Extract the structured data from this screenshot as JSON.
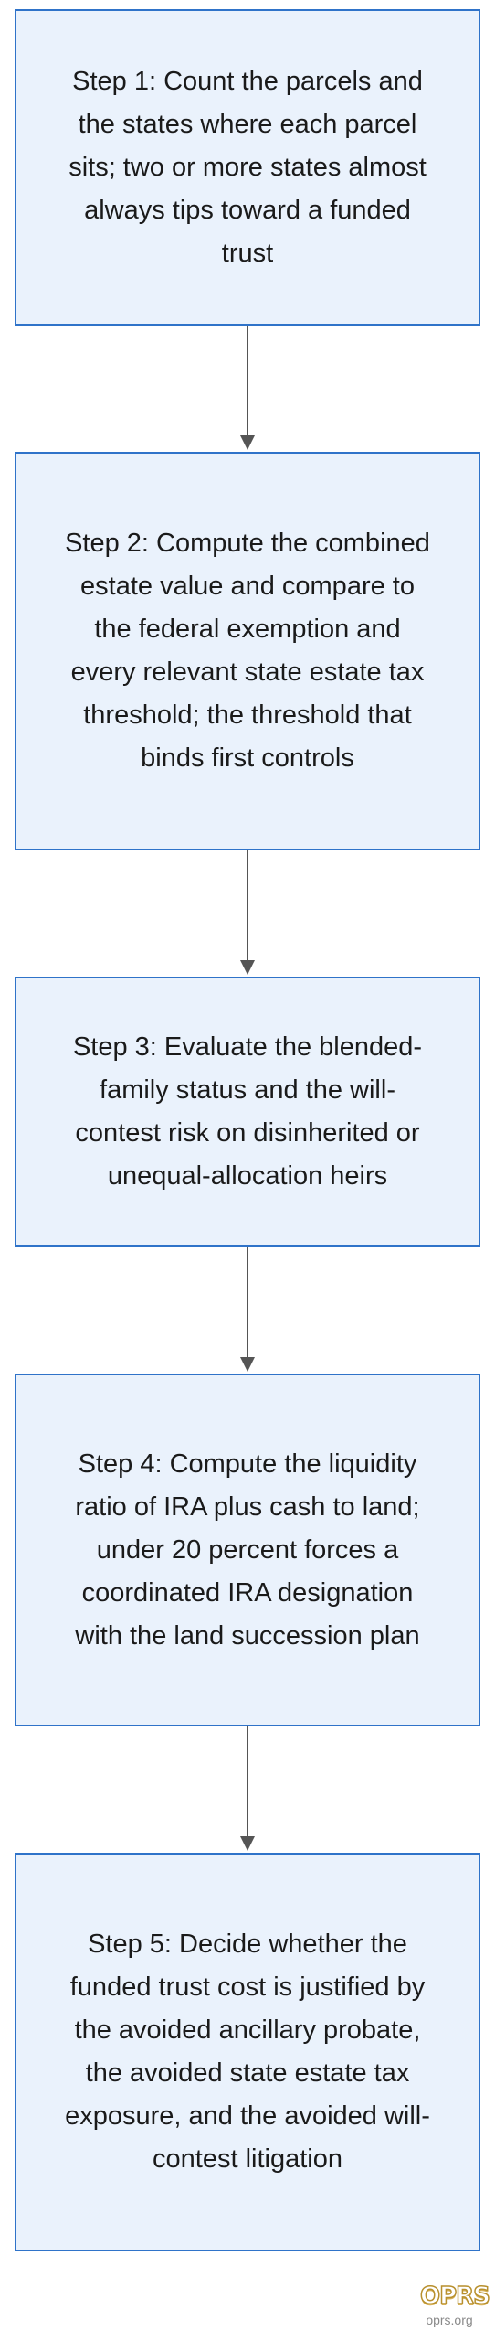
{
  "diagram": {
    "steps": [
      {
        "text": "Step 1: Count the parcels and the states where each parcel sits; two or more states almost always tips toward a funded trust"
      },
      {
        "text": "Step 2: Compute the combined estate value and compare to the federal exemption and every relevant state estate tax threshold; the threshold that binds first controls"
      },
      {
        "text": "Step 3: Evaluate the blended-family status and the will-contest risk on disinherited or unequal-allocation heirs"
      },
      {
        "text": "Step 4: Compute the liquidity ratio of IRA plus cash to land; under 20 percent forces a coordinated IRA designation with the land succession plan"
      },
      {
        "text": "Step 5: Decide whether the funded trust cost is justified by the avoided ancillary probate, the avoided state estate tax exposure, and the avoided will-contest litigation"
      }
    ],
    "colors": {
      "box_fill": "#eaf2fc",
      "box_border": "#2f73c9",
      "arrow": "#555555",
      "text": "#1a1a1a"
    }
  },
  "watermark": {
    "logo_text": "OPRS",
    "url": "oprs.org"
  }
}
